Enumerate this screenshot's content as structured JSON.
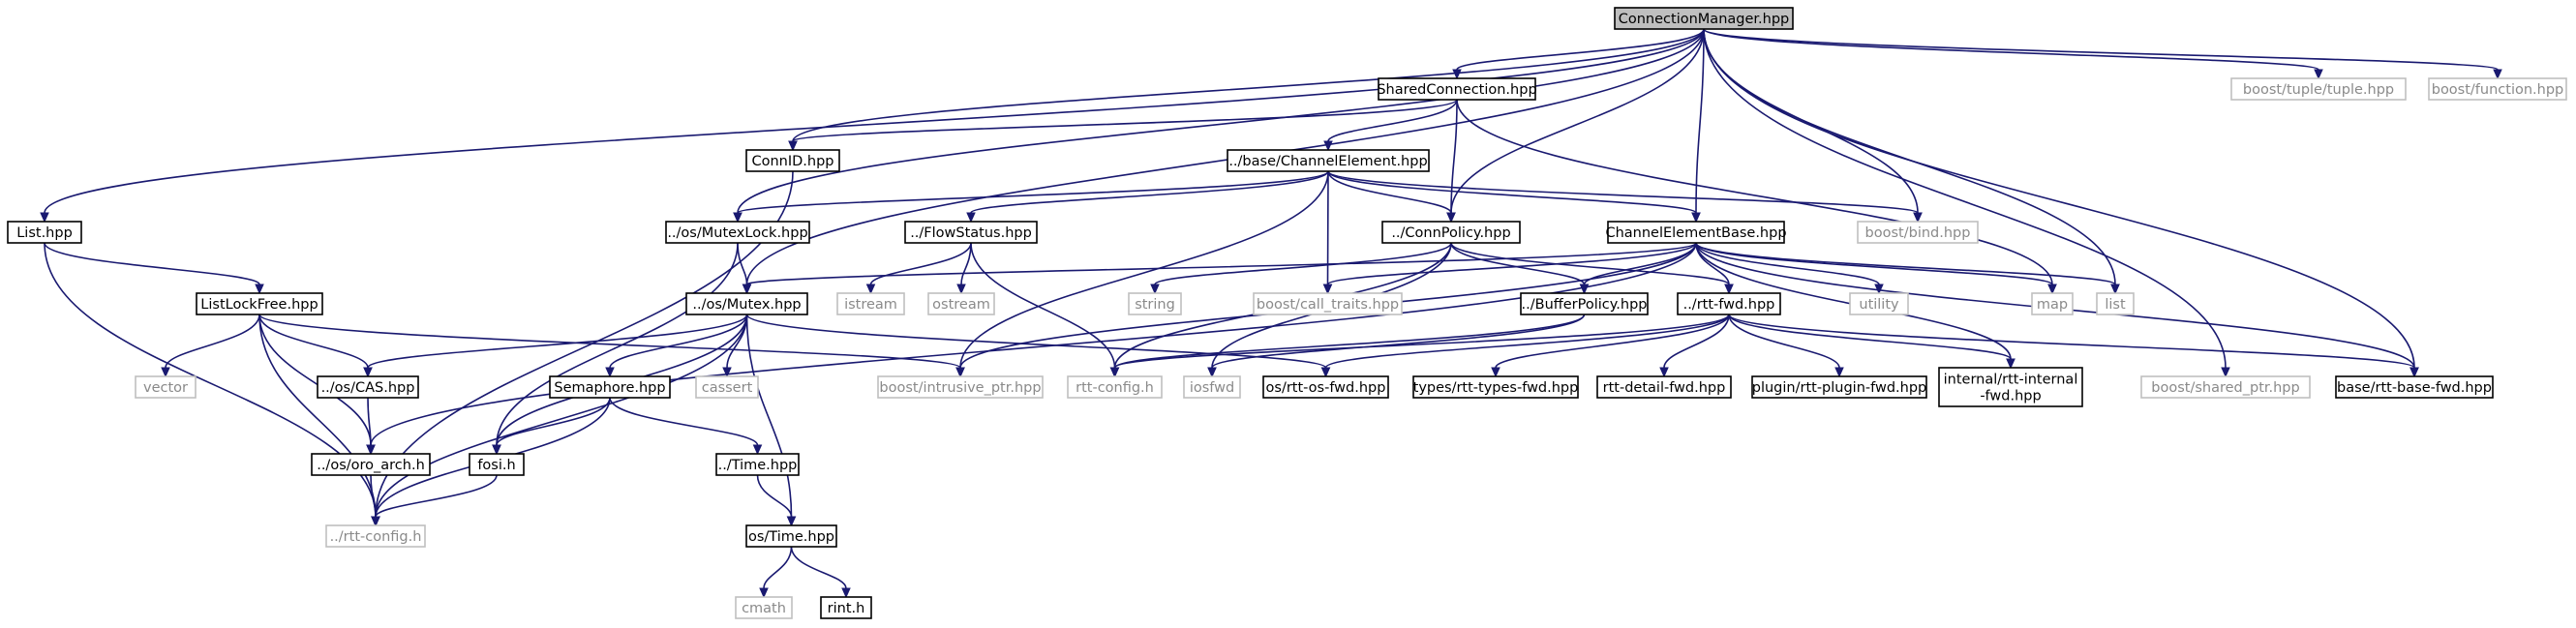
{
  "nodes": {
    "connection_manager": {
      "label": "ConnectionManager.hpp",
      "kind": "root"
    },
    "shared_connection": {
      "label": "SharedConnection.hpp",
      "kind": "local"
    },
    "boost_tuple": {
      "label": "boost/tuple/tuple.hpp",
      "kind": "system"
    },
    "boost_function": {
      "label": "boost/function.hpp",
      "kind": "system"
    },
    "connid": {
      "label": "ConnID.hpp",
      "kind": "local"
    },
    "channel_element": {
      "label": "../base/ChannelElement.hpp",
      "kind": "local"
    },
    "list_hpp": {
      "label": "List.hpp",
      "kind": "local"
    },
    "mutexlock": {
      "label": "../os/MutexLock.hpp",
      "kind": "local"
    },
    "flowstatus": {
      "label": "../FlowStatus.hpp",
      "kind": "local"
    },
    "connpolicy": {
      "label": "../ConnPolicy.hpp",
      "kind": "local"
    },
    "channel_element_base": {
      "label": "ChannelElementBase.hpp",
      "kind": "local"
    },
    "boost_bind": {
      "label": "boost/bind.hpp",
      "kind": "system"
    },
    "listlockfree": {
      "label": "ListLockFree.hpp",
      "kind": "local"
    },
    "mutex": {
      "label": "../os/Mutex.hpp",
      "kind": "local"
    },
    "istream": {
      "label": "istream",
      "kind": "system"
    },
    "ostream": {
      "label": "ostream",
      "kind": "system"
    },
    "string": {
      "label": "string",
      "kind": "system"
    },
    "call_traits": {
      "label": "boost/call_traits.hpp",
      "kind": "system"
    },
    "bufferpolicy": {
      "label": "../BufferPolicy.hpp",
      "kind": "local"
    },
    "rtt_fwd": {
      "label": "../rtt-fwd.hpp",
      "kind": "local"
    },
    "utility": {
      "label": "utility",
      "kind": "system"
    },
    "map": {
      "label": "map",
      "kind": "system"
    },
    "list_std": {
      "label": "list",
      "kind": "system"
    },
    "vector": {
      "label": "vector",
      "kind": "system"
    },
    "cas": {
      "label": "../os/CAS.hpp",
      "kind": "local"
    },
    "semaphore": {
      "label": "Semaphore.hpp",
      "kind": "local"
    },
    "cassert": {
      "label": "cassert",
      "kind": "system"
    },
    "intrusive_ptr": {
      "label": "boost/intrusive_ptr.hpp",
      "kind": "system"
    },
    "rtt_config_h": {
      "label": "rtt-config.h",
      "kind": "system"
    },
    "iosfwd": {
      "label": "iosfwd",
      "kind": "system"
    },
    "os_fwd": {
      "label": "os/rtt-os-fwd.hpp",
      "kind": "local"
    },
    "types_fwd": {
      "label": "types/rtt-types-fwd.hpp",
      "kind": "local"
    },
    "detail_fwd": {
      "label": "rtt-detail-fwd.hpp",
      "kind": "local"
    },
    "plugin_fwd": {
      "label": "plugin/rtt-plugin-fwd.hpp",
      "kind": "local"
    },
    "internal_fwd": {
      "label": [
        "internal/rtt-internal",
        "-fwd.hpp"
      ],
      "kind": "local"
    },
    "shared_ptr": {
      "label": "boost/shared_ptr.hpp",
      "kind": "system"
    },
    "base_fwd": {
      "label": "base/rtt-base-fwd.hpp",
      "kind": "local"
    },
    "oro_arch": {
      "label": "../os/oro_arch.h",
      "kind": "local"
    },
    "fosi": {
      "label": "fosi.h",
      "kind": "local"
    },
    "time_hpp": {
      "label": "../Time.hpp",
      "kind": "local"
    },
    "rtt_config_dotdot": {
      "label": "../rtt-config.h",
      "kind": "system"
    },
    "os_time": {
      "label": "os/Time.hpp",
      "kind": "local"
    },
    "cmath": {
      "label": "cmath",
      "kind": "system"
    },
    "rint": {
      "label": "rint.h",
      "kind": "local"
    }
  },
  "edges": [
    [
      "connection_manager",
      "shared_connection"
    ],
    [
      "connection_manager",
      "boost_tuple"
    ],
    [
      "connection_manager",
      "boost_function"
    ],
    [
      "connection_manager",
      "connid"
    ],
    [
      "connection_manager",
      "list_hpp"
    ],
    [
      "connection_manager",
      "mutexlock"
    ],
    [
      "connection_manager",
      "mutex"
    ],
    [
      "connection_manager",
      "connpolicy"
    ],
    [
      "connection_manager",
      "channel_element_base"
    ],
    [
      "connection_manager",
      "boost_bind"
    ],
    [
      "connection_manager",
      "list_std"
    ],
    [
      "connection_manager",
      "shared_ptr"
    ],
    [
      "connection_manager",
      "base_fwd"
    ],
    [
      "shared_connection",
      "connid"
    ],
    [
      "shared_connection",
      "channel_element"
    ],
    [
      "shared_connection",
      "connpolicy"
    ],
    [
      "shared_connection",
      "map"
    ],
    [
      "connid",
      "rtt_config_dotdot"
    ],
    [
      "channel_element",
      "mutexlock"
    ],
    [
      "channel_element",
      "flowstatus"
    ],
    [
      "channel_element",
      "connpolicy"
    ],
    [
      "channel_element",
      "channel_element_base"
    ],
    [
      "channel_element",
      "boost_bind"
    ],
    [
      "channel_element",
      "call_traits"
    ],
    [
      "channel_element",
      "intrusive_ptr"
    ],
    [
      "list_hpp",
      "listlockfree"
    ],
    [
      "list_hpp",
      "rtt_config_dotdot"
    ],
    [
      "mutexlock",
      "mutex"
    ],
    [
      "mutexlock",
      "fosi"
    ],
    [
      "flowstatus",
      "istream"
    ],
    [
      "flowstatus",
      "ostream"
    ],
    [
      "flowstatus",
      "rtt_config_h"
    ],
    [
      "connpolicy",
      "string"
    ],
    [
      "connpolicy",
      "bufferpolicy"
    ],
    [
      "connpolicy",
      "rtt_fwd"
    ],
    [
      "connpolicy",
      "rtt_config_h"
    ],
    [
      "connpolicy",
      "iosfwd"
    ],
    [
      "channel_element_base",
      "mutex"
    ],
    [
      "channel_element_base",
      "call_traits"
    ],
    [
      "channel_element_base",
      "bufferpolicy"
    ],
    [
      "channel_element_base",
      "rtt_fwd"
    ],
    [
      "channel_element_base",
      "utility"
    ],
    [
      "channel_element_base",
      "map"
    ],
    [
      "channel_element_base",
      "list_std"
    ],
    [
      "channel_element_base",
      "intrusive_ptr"
    ],
    [
      "channel_element_base",
      "internal_fwd"
    ],
    [
      "channel_element_base",
      "base_fwd"
    ],
    [
      "channel_element_base",
      "oro_arch"
    ],
    [
      "listlockfree",
      "vector"
    ],
    [
      "listlockfree",
      "cas"
    ],
    [
      "listlockfree",
      "intrusive_ptr"
    ],
    [
      "listlockfree",
      "oro_arch"
    ],
    [
      "listlockfree",
      "rtt_config_dotdot"
    ],
    [
      "mutex",
      "cas"
    ],
    [
      "mutex",
      "semaphore"
    ],
    [
      "mutex",
      "cassert"
    ],
    [
      "mutex",
      "os_fwd"
    ],
    [
      "mutex",
      "fosi"
    ],
    [
      "mutex",
      "os_time"
    ],
    [
      "mutex",
      "rtt_config_dotdot"
    ],
    [
      "bufferpolicy",
      "rtt_config_h"
    ],
    [
      "bufferpolicy",
      "iosfwd"
    ],
    [
      "rtt_fwd",
      "rtt_config_h"
    ],
    [
      "rtt_fwd",
      "os_fwd"
    ],
    [
      "rtt_fwd",
      "types_fwd"
    ],
    [
      "rtt_fwd",
      "detail_fwd"
    ],
    [
      "rtt_fwd",
      "plugin_fwd"
    ],
    [
      "rtt_fwd",
      "internal_fwd"
    ],
    [
      "rtt_fwd",
      "base_fwd"
    ],
    [
      "cas",
      "oro_arch"
    ],
    [
      "semaphore",
      "fosi"
    ],
    [
      "semaphore",
      "time_hpp"
    ],
    [
      "semaphore",
      "rtt_config_dotdot"
    ],
    [
      "oro_arch",
      "rtt_config_dotdot"
    ],
    [
      "fosi",
      "rtt_config_dotdot"
    ],
    [
      "time_hpp",
      "os_time"
    ],
    [
      "os_time",
      "cmath"
    ],
    [
      "os_time",
      "rint"
    ]
  ]
}
